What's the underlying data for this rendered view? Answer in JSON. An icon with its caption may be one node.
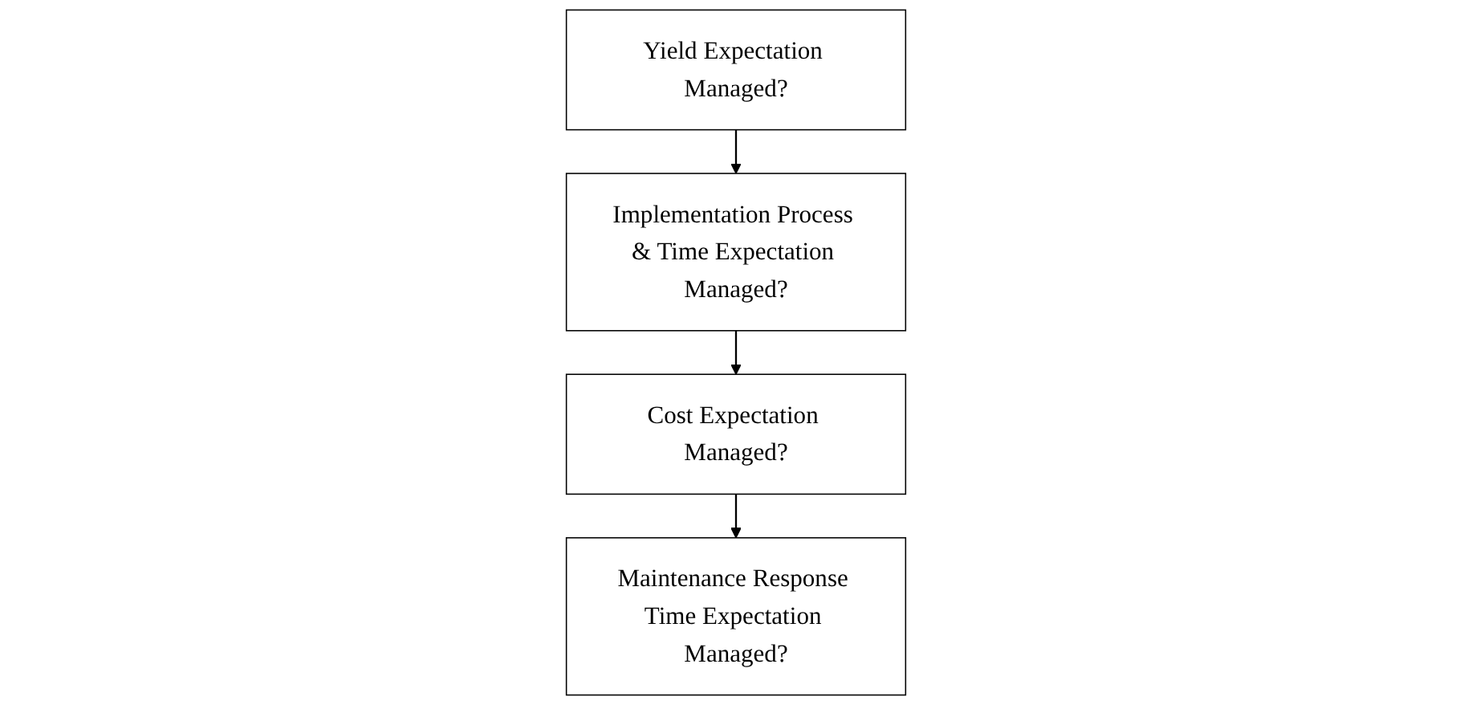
{
  "diagram": {
    "nodes": [
      {
        "text": [
          "Yield Expectation Managed?"
        ]
      },
      {
        "text": [
          "Implementation Process & Time Expectation Managed?"
        ]
      },
      {
        "text": [
          "Cost Expectation Managed?"
        ]
      },
      {
        "text": [
          "Maintenance Response Time Expectation Managed?"
        ]
      }
    ],
    "edges": [
      {
        "from": 0,
        "to": 1,
        "arrow": "to"
      },
      {
        "from": 1,
        "to": 2,
        "arrow": "to"
      },
      {
        "from": 2,
        "to": 3,
        "arrow": "to"
      }
    ]
  }
}
